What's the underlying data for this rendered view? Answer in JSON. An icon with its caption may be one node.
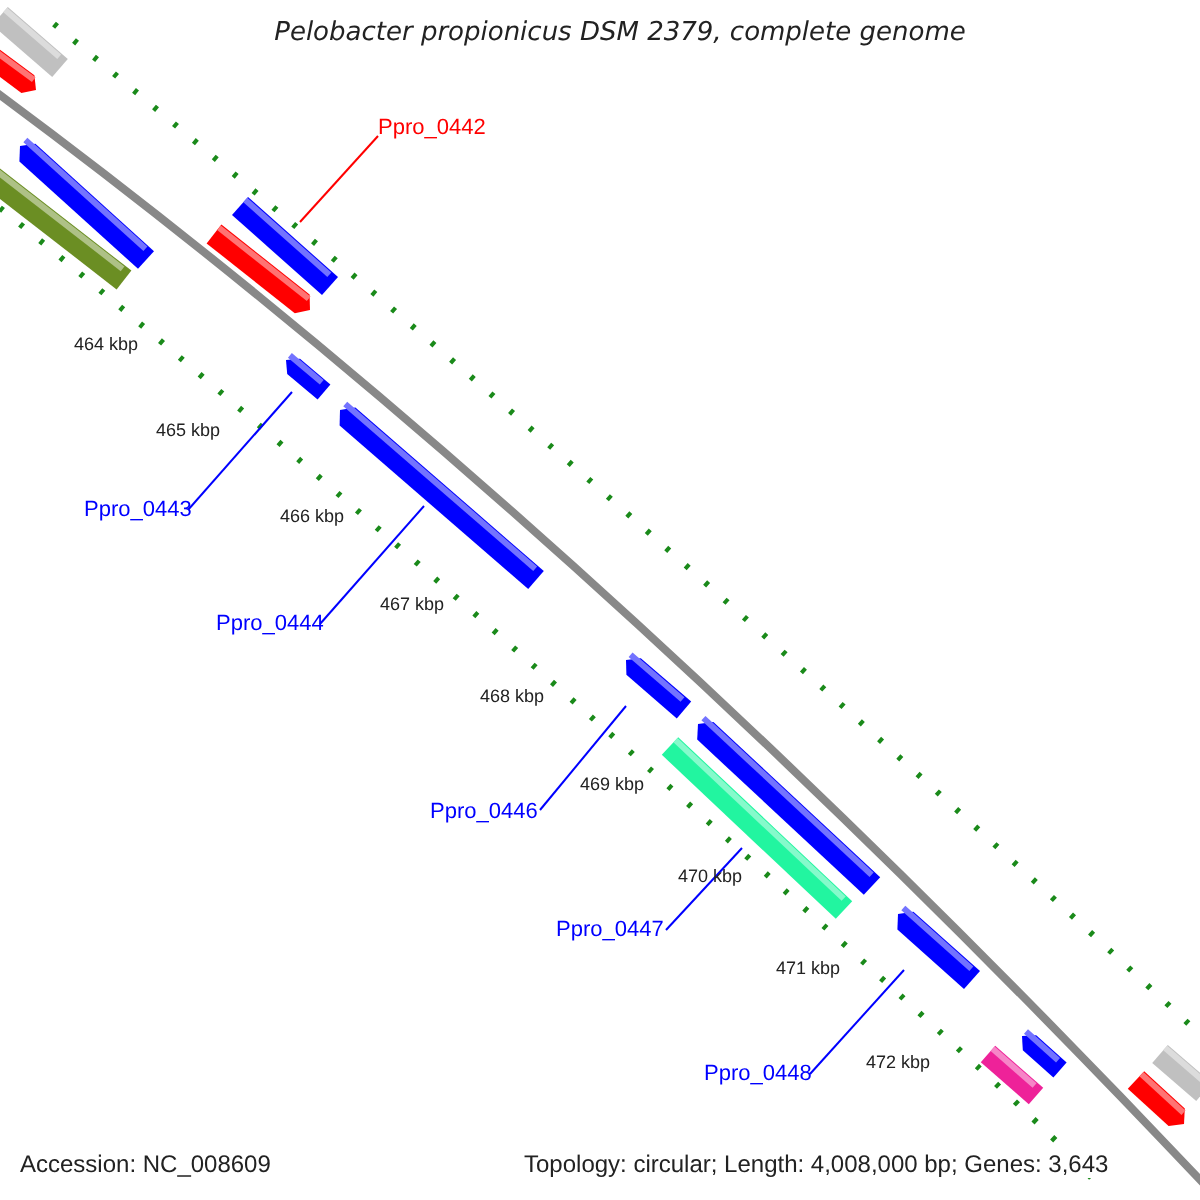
{
  "diagram": {
    "title": "Pelobacter propionicus DSM 2379, complete genome",
    "nodes": [
      {
        "text": [
          "Ppro_0442"
        ]
      },
      {
        "text": [],
        "shape": "bar"
      },
      {
        "text": [
          "Ppro_0443"
        ]
      },
      {
        "text": [],
        "shape": "bar"
      },
      {
        "text": [
          "Ppro_0444"
        ]
      },
      {
        "text": [],
        "shape": "bar"
      },
      {
        "text": [
          "Ppro_0446"
        ]
      },
      {
        "text": [],
        "shape": "bar"
      },
      {
        "text": [
          "Ppro_0447"
        ]
      },
      {
        "text": [],
        "shape": "bar"
      },
      {
        "text": [
          "Ppro_0448"
        ]
      },
      {
        "text": [],
        "shape": "bar"
      },
      {
        "text": [],
        "shape": "bar"
      },
      {
        "text": [],
        "shape": "bar"
      },
      {
        "text": [],
        "shape": "bar"
      },
      {
        "text": [],
        "shape": "bar"
      },
      {
        "text": [],
        "shape": "bar"
      },
      {
        "text": [],
        "shape": "bar"
      },
      {
        "text": [],
        "shape": "bar"
      },
      {
        "text": [],
        "shape": "bar"
      },
      {
        "text": [],
        "shape": "bar"
      },
      {
        "text": [],
        "shape": "bar"
      }
    ],
    "edges": [
      {
        "from": 0,
        "to": 1,
        "arrow": "none",
        "color": "#ff0000"
      },
      {
        "from": 2,
        "to": 3,
        "arrow": "none"
      },
      {
        "from": 4,
        "to": 5,
        "arrow": "none"
      },
      {
        "from": 6,
        "to": 7,
        "arrow": "none"
      },
      {
        "from": 8,
        "to": 9,
        "arrow": "none"
      },
      {
        "from": 10,
        "to": 11,
        "arrow": "none"
      }
    ],
    "labels": [
      "464 kbp",
      "465 kbp",
      "466 kbp",
      "467 kbp",
      "468 kbp",
      "469 kbp",
      "470 kbp",
      "471 kbp",
      "472 kbp",
      "Accession: NC_008609",
      "Topology: circular; Length: 4,008,000 bp; Genes: 3,643"
    ]
  }
}
